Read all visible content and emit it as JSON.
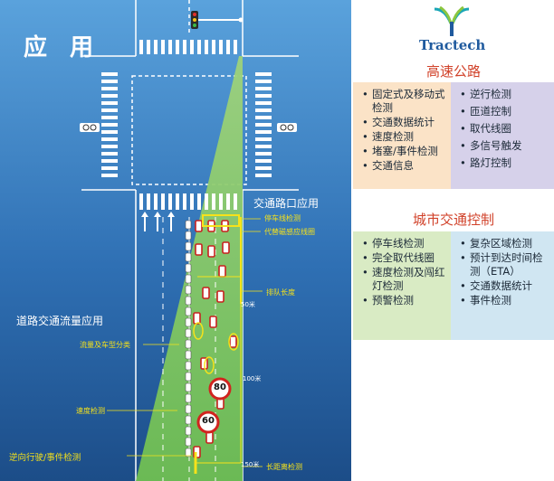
{
  "title": "应 用",
  "brand": {
    "name": "Tractech",
    "colors": {
      "blue": "#1f5a9e",
      "green": "#8cc63f",
      "teal": "#1aa6b7"
    }
  },
  "road_labels": {
    "intersection_app": "交通路口应用",
    "road_flow_app": "道路交通流量应用"
  },
  "callouts": {
    "stop_line": "停车线检测",
    "loop_replace": "代替磁感应线圈",
    "queue_length": "排队长度",
    "flow_type": "流量及车型分类",
    "speed": "速度检测",
    "wrong_way": "逆向行驶/事件检测",
    "long_distance": "长距离检测"
  },
  "distances": {
    "d50": "50米",
    "d100": "100米",
    "d150": "150米"
  },
  "speed_signs": {
    "top": "80",
    "bottom": "60"
  },
  "highway": {
    "title": "高速公路",
    "left_items": [
      "固定式及移动式检测",
      "交通数据统计",
      "速度检测",
      "堵塞/事件检测",
      "交通信息"
    ],
    "right_items": [
      "逆行检测",
      "匝道控制",
      "取代线圈",
      "多信号触发",
      "路灯控制"
    ]
  },
  "city": {
    "title": "城市交通控制",
    "left_items": [
      "停车线检测",
      "完全取代线圈",
      "速度检测及闯红灯检测",
      "预警检测"
    ],
    "right_items": [
      "复杂区域检测",
      "预计到达时间检测（ETA）",
      "交通数据统计",
      "事件检测"
    ]
  },
  "colors": {
    "sky_top": "#5aa2dc",
    "sky_bottom": "#1c4d88",
    "grass": "#7fc75f",
    "yellow": "#f6e21a",
    "car_red": "#c8201e",
    "highway_left": "#fbe3c7",
    "highway_right": "#d6d1ea",
    "city_left": "#d9ebc4",
    "city_right": "#d0e6f2",
    "panel_title": "#d1422a"
  }
}
